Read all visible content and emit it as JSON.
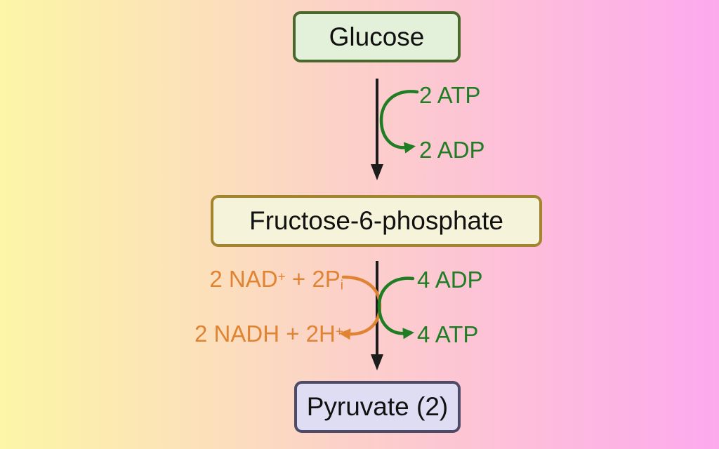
{
  "background": {
    "left": "#fcf6a6",
    "right": "#fda9ee"
  },
  "colors": {
    "green": "#1f7d23",
    "orange": "#e08433",
    "arrow": "#1c1c1c",
    "text": "#111111"
  },
  "nodes": {
    "glucose": {
      "label": "Glucose",
      "fill": "#e3f1da",
      "border": "#48682c"
    },
    "fructose": {
      "label": "Fructose-6-phosphate",
      "fill": "#f5f3d9",
      "border": "#a3852f"
    },
    "pyruvate": {
      "label": "Pyruvate (2)",
      "fill": "#dfddf3",
      "border": "#4d4b67"
    }
  },
  "reactions": {
    "step1": {
      "input": "2 ATP",
      "output": "2 ADP"
    },
    "step2": {
      "cofactor_in_base": "2 NAD",
      "cofactor_in_sup": "+",
      "cofactor_in_mid": " + 2P",
      "cofactor_in_sub": "i",
      "cofactor_out_base": "2 NADH + 2H",
      "cofactor_out_sup": "+",
      "adp_in": "4 ADP",
      "atp_out": "4 ATP"
    }
  }
}
